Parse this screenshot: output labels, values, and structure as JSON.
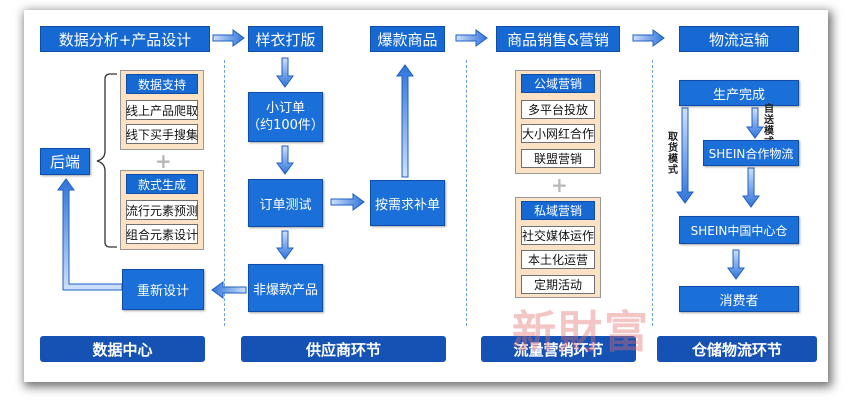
{
  "header": {
    "data_product": "数据分析+产品设计",
    "sample": "样衣打版",
    "hot": "爆款商品",
    "sales": "商品销售&营销",
    "logistics": "物流运输"
  },
  "data_center": {
    "backend": "后端",
    "support_title": "数据支持",
    "support_items": [
      "线上产品爬取",
      "线下买手搜集"
    ],
    "plus": "+",
    "style_title": "款式生成",
    "style_items": [
      "流行元素预测",
      "组合元素设计"
    ],
    "redesign": "重新设计"
  },
  "supply": {
    "small_order_line1": "小订单",
    "small_order_line2": "（约100件）",
    "order_test": "订单测试",
    "restock": "按需求补单",
    "non_hot": "非爆款产品"
  },
  "marketing": {
    "public_title": "公域营销",
    "public_items": [
      "多平台投放",
      "大小网红合作",
      "联盟营销"
    ],
    "plus": "+",
    "private_title": "私域营销",
    "private_items": [
      "社交媒体运作",
      "本土化运营",
      "定期活动"
    ]
  },
  "logistics_flow": {
    "produced": "生产完成",
    "delivery_mode": "自送模式",
    "pickup_mode": "取货模式",
    "shein_partner": "SHEIN合作物流",
    "shein_center": "SHEIN中国中心仓",
    "consumer": "消费者"
  },
  "footer": {
    "data_center": "数据中心",
    "supply_chain": "供应商环节",
    "traffic_marketing": "流量营销环节",
    "warehouse": "仓储物流环节"
  },
  "watermark": "新財富",
  "colors": {
    "primary_blue": "#1669d3",
    "footer_blue": "#1552b4",
    "panel_orange": "#fbe2c4",
    "arrow_blue": "#4f8fe6"
  }
}
